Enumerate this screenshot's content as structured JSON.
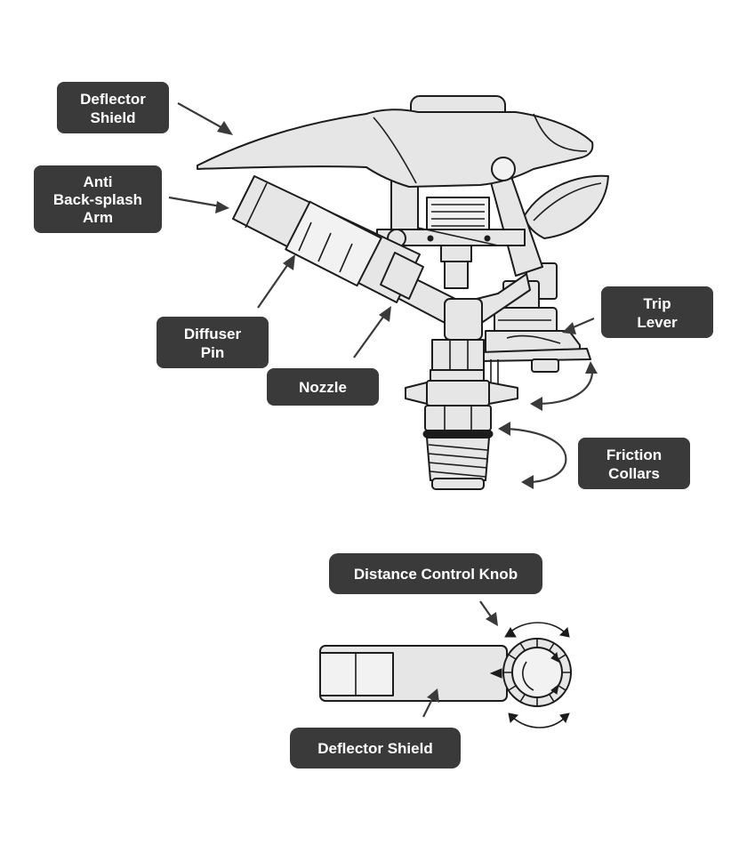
{
  "colors": {
    "label_background": "#3a3a3a",
    "label_text": "#ffffff",
    "part_fill": "#e6e6e6",
    "outline": "#1c1c1c"
  },
  "labels": {
    "deflector_shield_line1": "Deflector",
    "deflector_shield_line2": "Shield",
    "anti_backsplash_line1": "Anti",
    "anti_backsplash_line2": "Back-splash",
    "anti_backsplash_line3": "Arm",
    "diffuser_pin_line1": "Diffuser",
    "diffuser_pin_line2": "Pin",
    "nozzle": "Nozzle",
    "trip_lever_line1": "Trip",
    "trip_lever_line2": "Lever",
    "friction_collars_line1": "Friction",
    "friction_collars_line2": "Collars",
    "distance_control_knob": "Distance Control Knob",
    "deflector_shield_detail": "Deflector Shield"
  }
}
